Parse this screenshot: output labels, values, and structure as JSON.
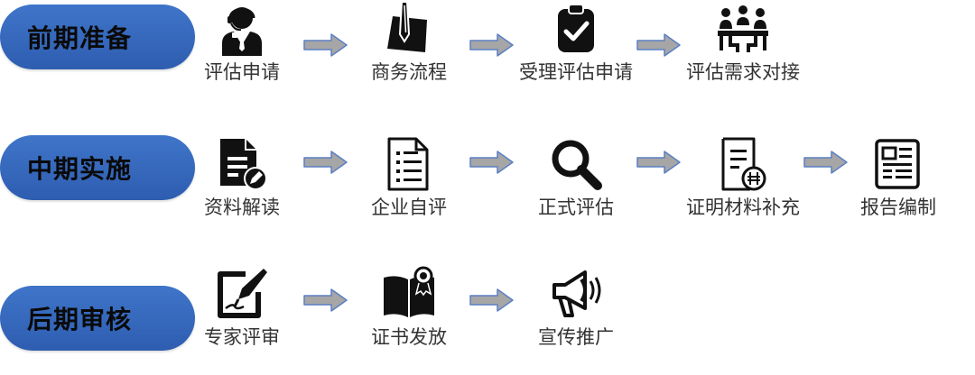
{
  "phases": [
    {
      "label": "前期准备",
      "steps": [
        {
          "label": "评估申请",
          "icon": "consultant-icon"
        },
        {
          "label": "商务流程",
          "icon": "document-pen-icon"
        },
        {
          "label": "受理评估申请",
          "icon": "clipboard-check-icon"
        },
        {
          "label": "评估需求对接",
          "icon": "meeting-table-icon"
        }
      ]
    },
    {
      "label": "中期实施",
      "steps": [
        {
          "label": "资料解读",
          "icon": "document-edit-icon"
        },
        {
          "label": "企业自评",
          "icon": "checklist-icon"
        },
        {
          "label": "正式评估",
          "icon": "magnifier-icon"
        },
        {
          "label": "证明材料补充",
          "icon": "document-supplement-icon"
        },
        {
          "label": "报告编制",
          "icon": "report-newspaper-icon"
        }
      ]
    },
    {
      "label": "后期审核",
      "steps": [
        {
          "label": "专家评审",
          "icon": "pen-review-icon"
        },
        {
          "label": "证书发放",
          "icon": "certificate-book-icon"
        },
        {
          "label": "宣传推广",
          "icon": "megaphone-icon"
        }
      ]
    }
  ],
  "colors": {
    "pill": "#3a6bc0",
    "arrow_fill": "#a6a6a6",
    "arrow_stroke": "#5b7fc4",
    "icon": "#111111"
  }
}
